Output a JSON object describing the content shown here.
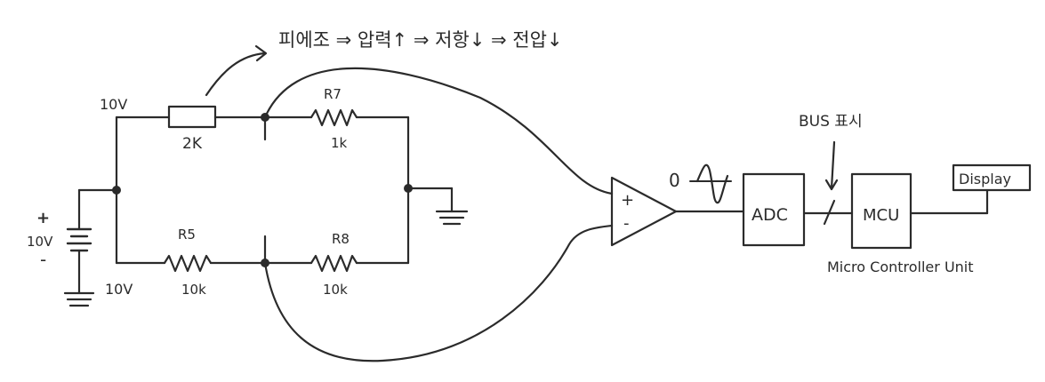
{
  "annotations": {
    "piezo_note": "피에조 ⇒ 압력↑ ⇒ 저항↓ ⇒ 전압↓",
    "bus_note": "BUS 표시"
  },
  "labels": {
    "v_top": "10V",
    "v_bottom": "10V",
    "r_piezo": "2K",
    "r7_name": "R7",
    "r7_value": "1k",
    "r5_name": "R5",
    "r5_value": "10k",
    "r8_name": "R8",
    "r8_value": "10k",
    "battery_plus": "+",
    "battery_voltage": "10V",
    "battery_minus": "-",
    "opamp_plus": "+",
    "opamp_minus": "-",
    "zero": "0",
    "adc": "ADC",
    "mcu": "MCU",
    "mcu_caption": "Micro Controller Unit",
    "display": "Display"
  }
}
